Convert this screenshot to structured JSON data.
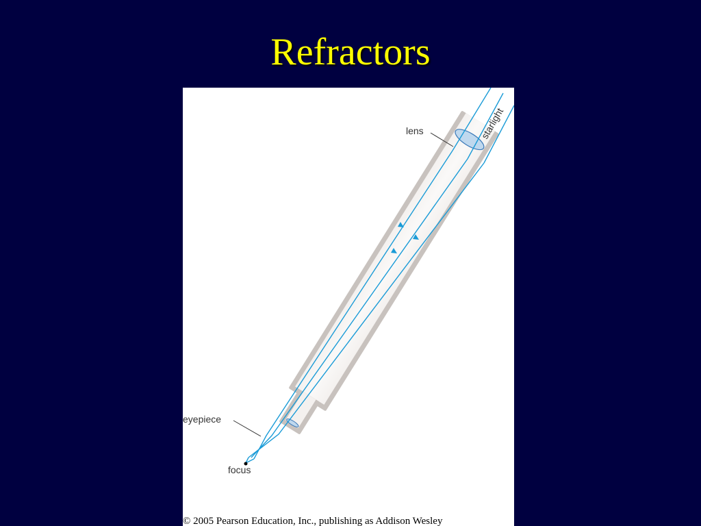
{
  "slide": {
    "title": "Refractors",
    "background_color": "#000040",
    "title_color": "#FFFF00"
  },
  "figure": {
    "background_color": "#FFFFFF",
    "tube_color": "#C8C2BE",
    "light_color": "#1A9BD7",
    "labels": {
      "lens": "lens",
      "starlight": "starlight",
      "eyepiece": "eyepiece",
      "focus": "focus"
    },
    "copyright": "© 2005 Pearson Education, Inc., publishing as Addison Wesley"
  }
}
